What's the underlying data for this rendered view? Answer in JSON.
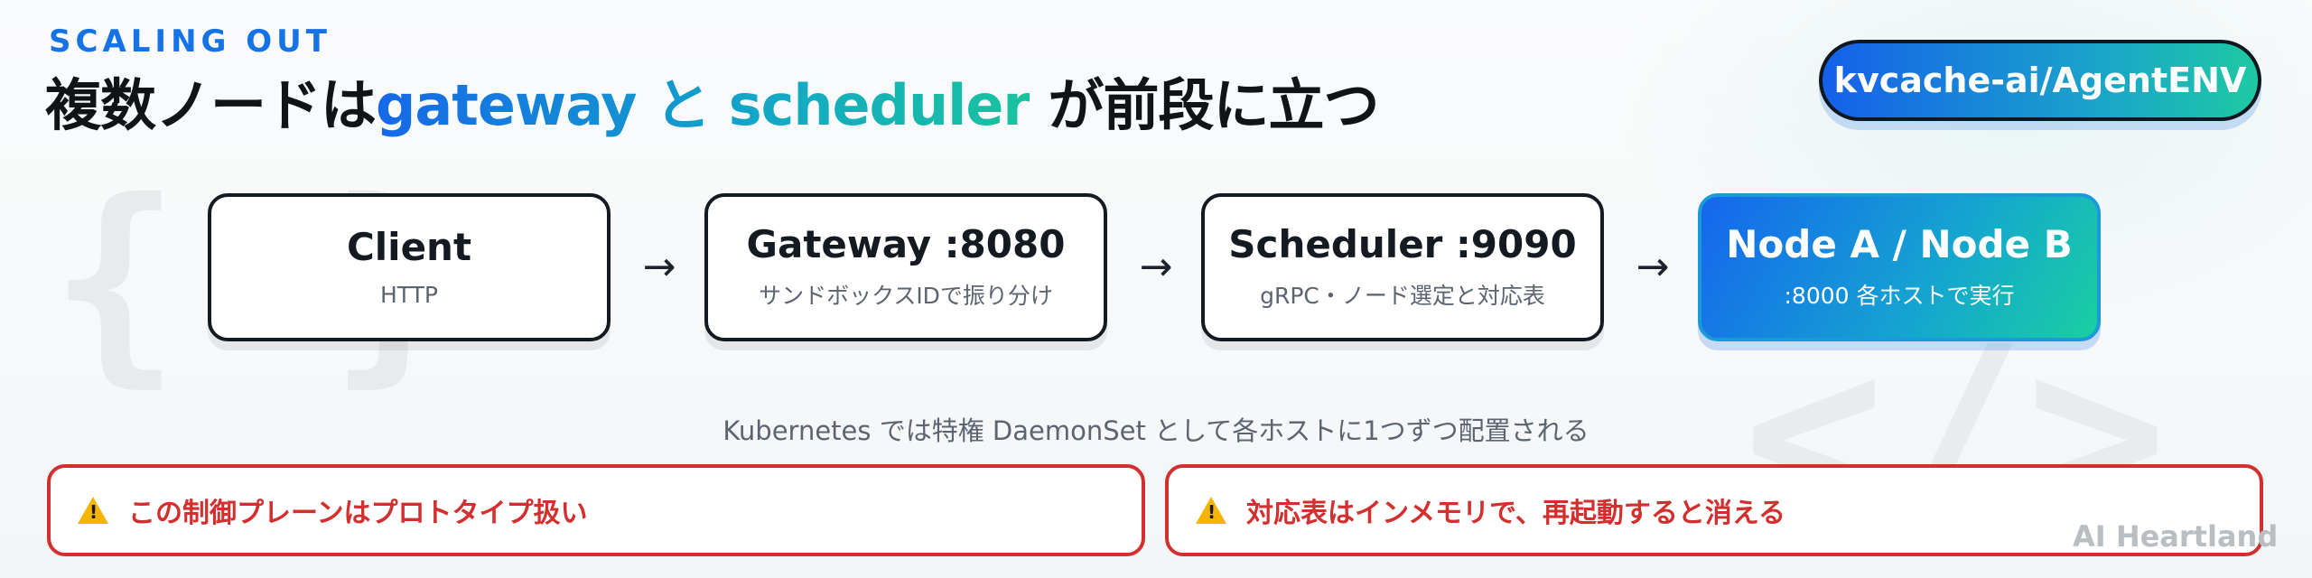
{
  "header": {
    "eyebrow": "SCALING OUT",
    "title_prefix": "複数ノードは",
    "title_highlight": "gateway と scheduler",
    "title_suffix": " が前段に立つ"
  },
  "repo_badge": {
    "label": "kvcache-ai/AgentENV"
  },
  "flow": {
    "nodes": [
      {
        "title": "Client",
        "sub": "HTTP"
      },
      {
        "title": "Gateway :8080",
        "sub": "サンドボックスIDで振り分け"
      },
      {
        "title": "Scheduler :9090",
        "sub": "gRPC・ノード選定と対応表"
      },
      {
        "title": "Node A / Node B",
        "sub": ":8000 各ホストで実行"
      }
    ],
    "arrow_glyph": "→"
  },
  "note": "Kubernetes では特権 DaemonSet として各ホストに1つずつ配置される",
  "warnings": [
    {
      "icon": "warning-icon",
      "text": "この制御プレーンはプロトタイプ扱い"
    },
    {
      "icon": "warning-icon",
      "text": "対応表はインメモリで、再起動すると消える"
    }
  ],
  "watermark": "AI Heartland",
  "colors": {
    "accent_blue": "#1673e6",
    "accent_teal": "#19c39d",
    "warning_red": "#d32f2f",
    "warning_yellow": "#f4b400"
  }
}
